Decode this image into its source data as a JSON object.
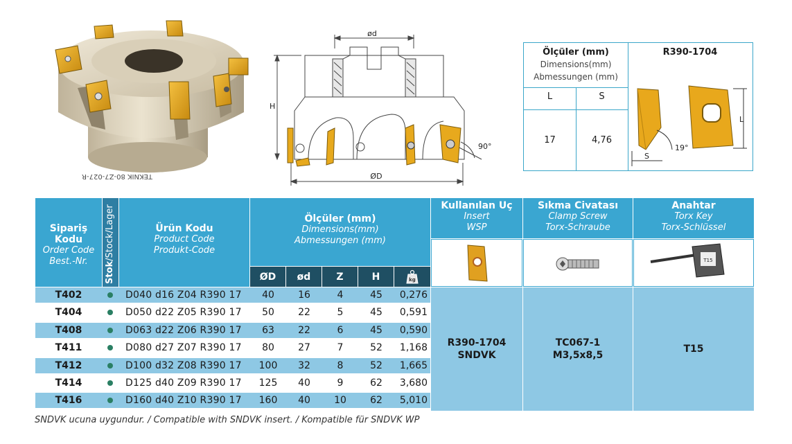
{
  "drawing": {
    "label_od_small": "ød",
    "label_od": "ØD",
    "label_h": "H",
    "label_angle": "90°"
  },
  "dimbox": {
    "title": "Ölçüler (mm)",
    "sub1": "Dimensions(mm)",
    "sub2": "Abmessungen (mm)",
    "col_l": "L",
    "col_s": "S",
    "val_l": "17",
    "val_s": "4,76",
    "insert_code": "R390-1704",
    "label_l": "L",
    "label_s": "S",
    "label_angle": "19°"
  },
  "table": {
    "h_order": {
      "t": "Sipariş Kodu",
      "s1": "Order Code",
      "s2": "Best.-Nr."
    },
    "h_stock": {
      "t": "Stok",
      "rest": "/Stock/Lager"
    },
    "h_product": {
      "t": "Ürün Kodu",
      "s1": "Product Code",
      "s2": "Produkt-Code"
    },
    "h_dims": {
      "t": "Ölçüler (mm)",
      "s1": "Dimensions(mm)",
      "s2": "Abmessungen (mm)"
    },
    "h_insert": {
      "t": "Kullanılan Uç",
      "s1": "Insert",
      "s2": "WSP"
    },
    "h_screw": {
      "t": "Sıkma Civatası",
      "s1": "Clamp Screw",
      "s2": "Torx-Schraube"
    },
    "h_key": {
      "t": "Anahtar",
      "s1": "Torx Key",
      "s2": "Torx-Schlüssel"
    },
    "sub_D": "ØD",
    "sub_d": "ød",
    "sub_Z": "Z",
    "sub_H": "H",
    "sub_kg": "kg",
    "rows": [
      {
        "code": "T402",
        "product": "D040 d16 Z04 R390 17",
        "D": "40",
        "d": "16",
        "Z": "4",
        "H": "45",
        "kg": "0,276"
      },
      {
        "code": "T404",
        "product": "D050 d22 Z05 R390 17",
        "D": "50",
        "d": "22",
        "Z": "5",
        "H": "45",
        "kg": "0,591"
      },
      {
        "code": "T408",
        "product": "D063 d22 Z06 R390 17",
        "D": "63",
        "d": "22",
        "Z": "6",
        "H": "45",
        "kg": "0,590"
      },
      {
        "code": "T411",
        "product": "D080 d27 Z07 R390 17",
        "D": "80",
        "d": "27",
        "Z": "7",
        "H": "52",
        "kg": "1,168"
      },
      {
        "code": "T412",
        "product": "D100 d32 Z08 R390 17",
        "D": "100",
        "d": "32",
        "Z": "8",
        "H": "52",
        "kg": "1,665"
      },
      {
        "code": "T414",
        "product": "D125 d40 Z09 R390 17",
        "D": "125",
        "d": "40",
        "Z": "9",
        "H": "62",
        "kg": "3,680"
      },
      {
        "code": "T416",
        "product": "D160 d40 Z10 R390 17",
        "D": "160",
        "d": "40",
        "Z": "10",
        "H": "62",
        "kg": "5,010"
      }
    ],
    "insert_val1": "R390-1704",
    "insert_val2": "SNDVK",
    "screw_val1": "TC067-1",
    "screw_val2": "M3,5x8,5",
    "key_val": "T15",
    "key_label": "T15"
  },
  "footnote": "SNDVK ucuna uygundur. / Compatible with SNDVK insert. / Kompatible für SNDVK WP",
  "colors": {
    "header": "#3aa6d1",
    "subheader": "#1f4f63",
    "rowBlue": "#8ec8e4",
    "insertGold": "#e0a020",
    "stockDot": "#2a7f63"
  }
}
